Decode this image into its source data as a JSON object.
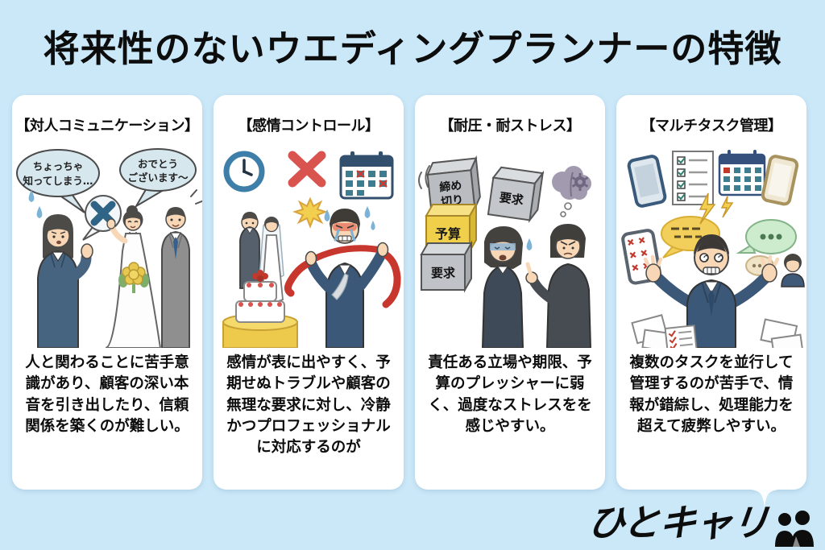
{
  "title": "将来性のないウエディングプランナーの特徴",
  "logo": {
    "text": "ひとキャリ"
  },
  "colors": {
    "background": "#cbe8f8",
    "card": "#ffffff",
    "accent_red": "#d9534f",
    "accent_blue_x": "#2f6486",
    "accent_yellow": "#f0d04a",
    "suit_navy": "#3c5878"
  },
  "cards": [
    {
      "header": "【対人コミュニケーション】",
      "bubble_left": [
        "ちょっちゃ",
        "知ってしまう…"
      ],
      "bubble_right": [
        "おでとう",
        "ございます～"
      ],
      "body": "人と関わることに苦手意識があり、顧客の深い本音を引き出したり、信頼関係を築くのが難しい。"
    },
    {
      "header": "【感情コントロール】",
      "body": "感情が表に出やすく、予期せぬトラブルや顧客の無理な要求に対し、冷静かつプロフェッショナルに対応するのが"
    },
    {
      "header": "【耐圧・耐ストレス】",
      "boxes": {
        "deadline": [
          "締め",
          "切り"
        ],
        "demand_top": "要求",
        "budget": "予算",
        "demand_bottom": "要求"
      },
      "body": "責任ある立場や期限、予算のプレッシャーに弱く、過度なストレスをを感じやすい。"
    },
    {
      "header": "【マルチタスク管理】",
      "body": "複数のタスクを並行して管理するのが苦手で、情報が錯綜し、処理能力を超えて疲弊しやすい。"
    }
  ]
}
